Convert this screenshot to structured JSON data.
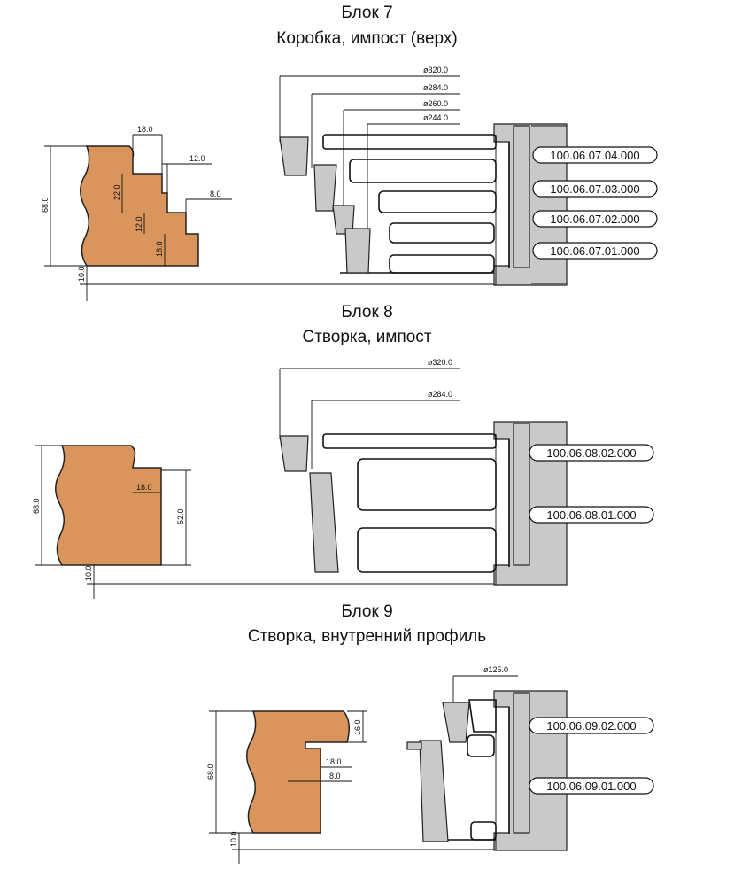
{
  "blocks": [
    {
      "title": "Блок 7",
      "subtitle": "Коробка, импост (верх)",
      "diameters": [
        "ø320.0",
        "ø284.0",
        "ø260.0",
        "ø244.0"
      ],
      "dims": {
        "total": "68.0",
        "base": "10.0",
        "w1": "18.0",
        "w2": "12.0",
        "w3": "8.0",
        "h1": "22.0",
        "h2": "12.0",
        "h3": "18.0"
      },
      "part_numbers": [
        "100.06.07.04.000",
        "100.06.07.03.000",
        "100.06.07.02.000",
        "100.06.07.01.000"
      ]
    },
    {
      "title": "Блок 8",
      "subtitle": "Створка, импост",
      "diameters": [
        "ø320.0",
        "ø284.0"
      ],
      "dims": {
        "total": "68.0",
        "base": "10.0",
        "w1": "18.0",
        "h1": "52.0"
      },
      "part_numbers": [
        "100.06.08.02.000",
        "100.06.08.01.000"
      ]
    },
    {
      "title": "Блок 9",
      "subtitle": "Створка, внутренний профиль",
      "diameters": [
        "ø125.0"
      ],
      "dims": {
        "total": "68.0",
        "base": "10.0",
        "w1": "18.0",
        "w2": "8.0",
        "h1": "16.0"
      },
      "part_numbers": [
        "100.06.09.02.000",
        "100.06.09.01.000"
      ]
    }
  ],
  "colors": {
    "wood": "#d9955c",
    "steel": "#c9c9c9",
    "line": "#111111"
  }
}
